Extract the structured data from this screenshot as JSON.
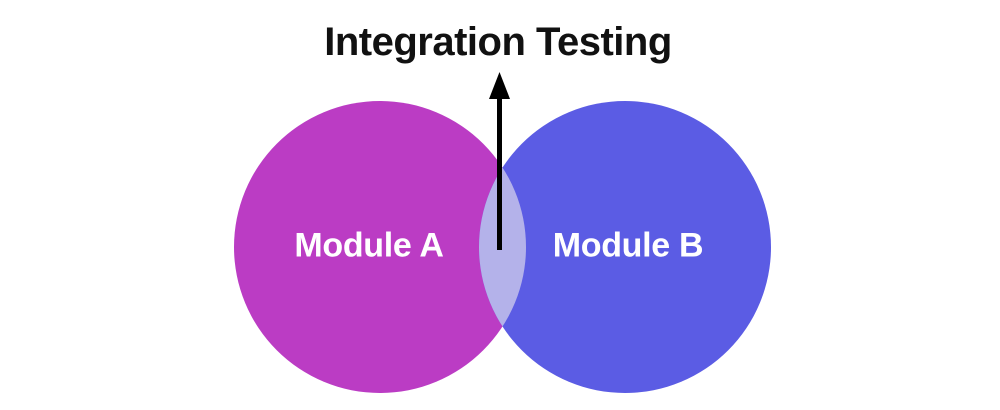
{
  "diagram": {
    "title": "Integration Testing",
    "title_color": "#111111",
    "background": "#FFFFFF",
    "label_color": "#FFFFFF",
    "arrow_color": "#000000",
    "module_a": {
      "label": "Module A",
      "fill": "#BB3CC4"
    },
    "module_b": {
      "label": "Module B",
      "fill": "#5B5CE4"
    },
    "intersection": {
      "fill": "#B4B2EA"
    }
  }
}
